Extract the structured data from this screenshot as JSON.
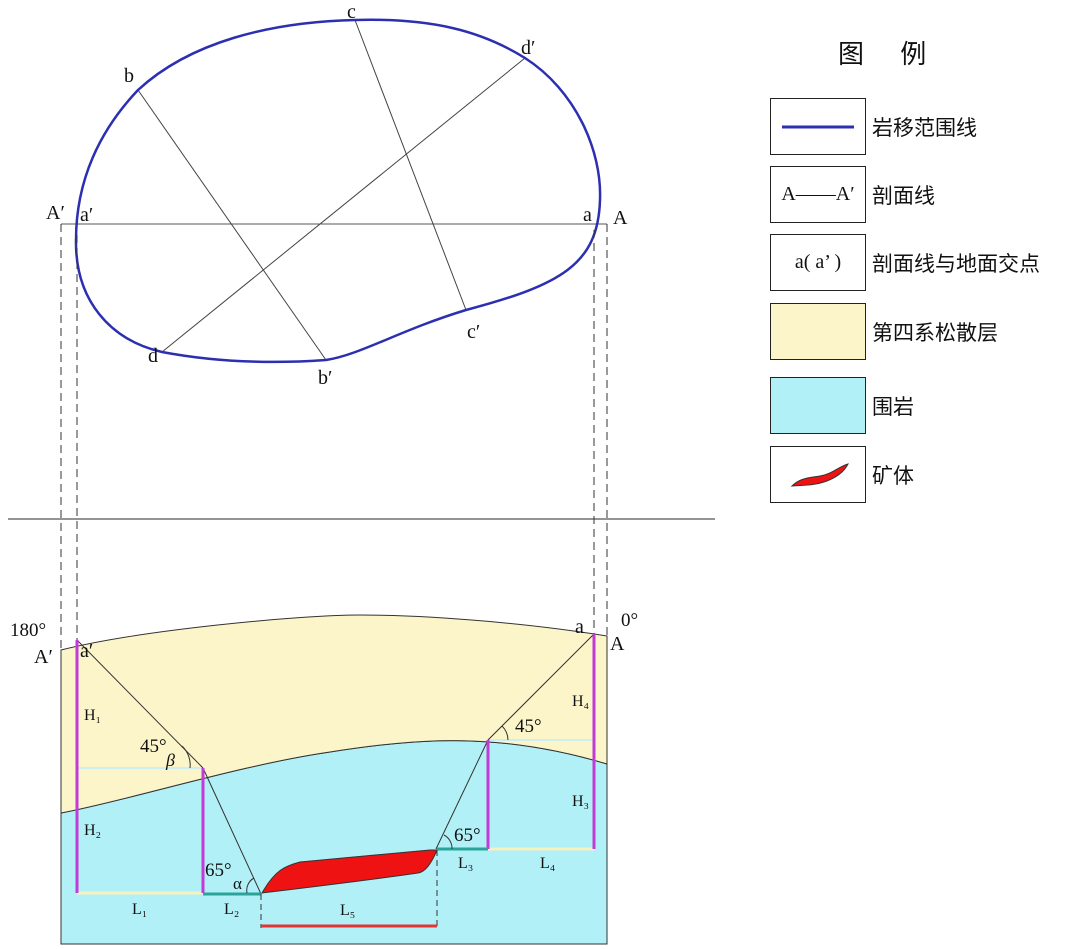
{
  "plan": {
    "section_end_left": "A′",
    "section_end_right": "A",
    "point_a": "a",
    "point_a_prime": "a′",
    "point_b": "b",
    "point_b_prime": "b′",
    "point_c": "c",
    "point_c_prime": "c′",
    "point_d": "d",
    "point_d_prime": "d′"
  },
  "section": {
    "azimuth_left": "180°",
    "azimuth_right": "0°",
    "end_left": "A′",
    "end_right": "A",
    "surface_left": "a′",
    "surface_right": "a",
    "angle_left_top": "45°",
    "angle_beta": "β",
    "angle_left_bottom": "65°",
    "angle_alpha": "α",
    "angle_right_top": "45°",
    "angle_right_bottom": "65°",
    "h1": "H₁",
    "h2": "H₂",
    "h3": "H₃",
    "h4": "H₄",
    "l1": "L₁",
    "l2": "L₂",
    "l3": "L₃",
    "l4": "L₄",
    "l5": "L₅"
  },
  "legend": {
    "title": "图 例",
    "items": [
      {
        "label": "岩移范围线"
      },
      {
        "sample": "A——A′",
        "label": "剖面线"
      },
      {
        "sample": "a(  a’  )",
        "label": "剖面线与地面交点"
      },
      {
        "label": "第四系松散层"
      },
      {
        "label": "围岩"
      },
      {
        "label": "矿体"
      }
    ]
  },
  "colors": {
    "subsidence_line": "#2b2fb0",
    "loose_layer": "#fbf5c9",
    "surrounding_rock": "#b2f0f8",
    "ore_body": "#ee1212",
    "h_lines": "#c23bd6",
    "l_teal": "#2aa39a",
    "l5_red": "#e33434",
    "l_pale": "#f4f2bd"
  }
}
